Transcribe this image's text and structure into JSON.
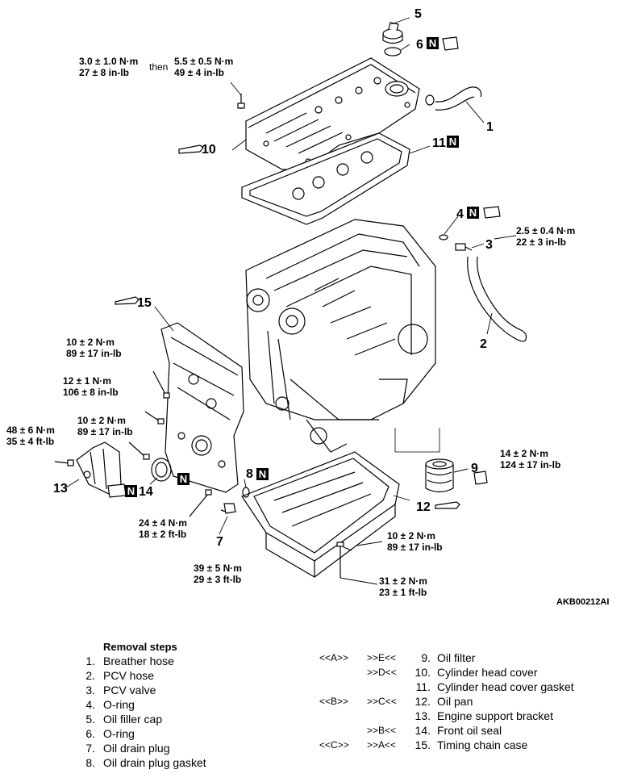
{
  "callouts": {
    "c1": "1",
    "c2": "2",
    "c3": "3",
    "c4": "4",
    "c5": "5",
    "c6": "6",
    "c7": "7",
    "c8": "8",
    "c9": "9",
    "c10": "10",
    "c11": "11",
    "c12": "12",
    "c13": "13",
    "c14": "14",
    "c15": "15"
  },
  "new_part_mark": "N",
  "torque": {
    "head_cover_a1": "3.0 ± 1.0 N·m",
    "head_cover_a2": "27 ± 8 in-lb",
    "head_cover_then": "then",
    "head_cover_b1": "5.5 ± 0.5 N·m",
    "head_cover_b2": "49 ± 4 in-lb",
    "pcv_1": "2.5 ± 0.4 N·m",
    "pcv_2": "22 ± 3 in-lb",
    "case_top_1": "10 ± 2 N·m",
    "case_top_2": "89 ± 17 in-lb",
    "case_mid_1": "12 ± 1 N·m",
    "case_mid_2": "106 ± 8 in-lb",
    "case_low_1": "10 ± 2 N·m",
    "case_low_2": "89 ± 17 in-lb",
    "bracket_1": "48 ± 6 N·m",
    "bracket_2": "35 ± 4 ft-lb",
    "filter_1": "14 ± 2 N·m",
    "filter_2": "124 ± 17 in-lb",
    "case_bolt_1": "24 ± 4 N·m",
    "case_bolt_2": "18 ± 2 ft-lb",
    "pan_bolt_1": "10 ± 2 N·m",
    "pan_bolt_2": "89 ± 17 in-lb",
    "drain_1": "39 ± 5 N·m",
    "drain_2": "29 ± 3 ft-lb",
    "stud_1": "31 ± 2 N·m",
    "stud_2": "23 ± 1 ft-lb"
  },
  "figure_code": "AKB00212AI",
  "removal_steps": {
    "title": "Removal steps",
    "left": [
      {
        "num": "1.",
        "text": "Breather hose"
      },
      {
        "num": "2.",
        "text": "PCV hose"
      },
      {
        "num": "3.",
        "text": "PCV valve"
      },
      {
        "num": "4.",
        "text": "O-ring"
      },
      {
        "num": "5.",
        "text": "Oil filler cap"
      },
      {
        "num": "6.",
        "text": "O-ring"
      },
      {
        "num": "7.",
        "text": "Oil drain plug"
      },
      {
        "num": "8.",
        "text": "Oil drain plug gasket"
      }
    ],
    "right": [
      {
        "a": "<<A>>",
        "b": ">>E<<",
        "num": "9.",
        "text": "Oil filter"
      },
      {
        "a": "",
        "b": ">>D<<",
        "num": "10.",
        "text": "Cylinder head cover"
      },
      {
        "a": "",
        "b": "",
        "num": "11.",
        "text": "Cylinder head cover gasket"
      },
      {
        "a": "<<B>>",
        "b": ">>C<<",
        "num": "12.",
        "text": "Oil pan"
      },
      {
        "a": "",
        "b": "",
        "num": "13.",
        "text": "Engine support bracket"
      },
      {
        "a": "",
        "b": ">>B<<",
        "num": "14.",
        "text": "Front oil seal"
      },
      {
        "a": "<<C>>",
        "b": ">>A<<",
        "num": "15.",
        "text": "Timing chain case"
      }
    ]
  }
}
